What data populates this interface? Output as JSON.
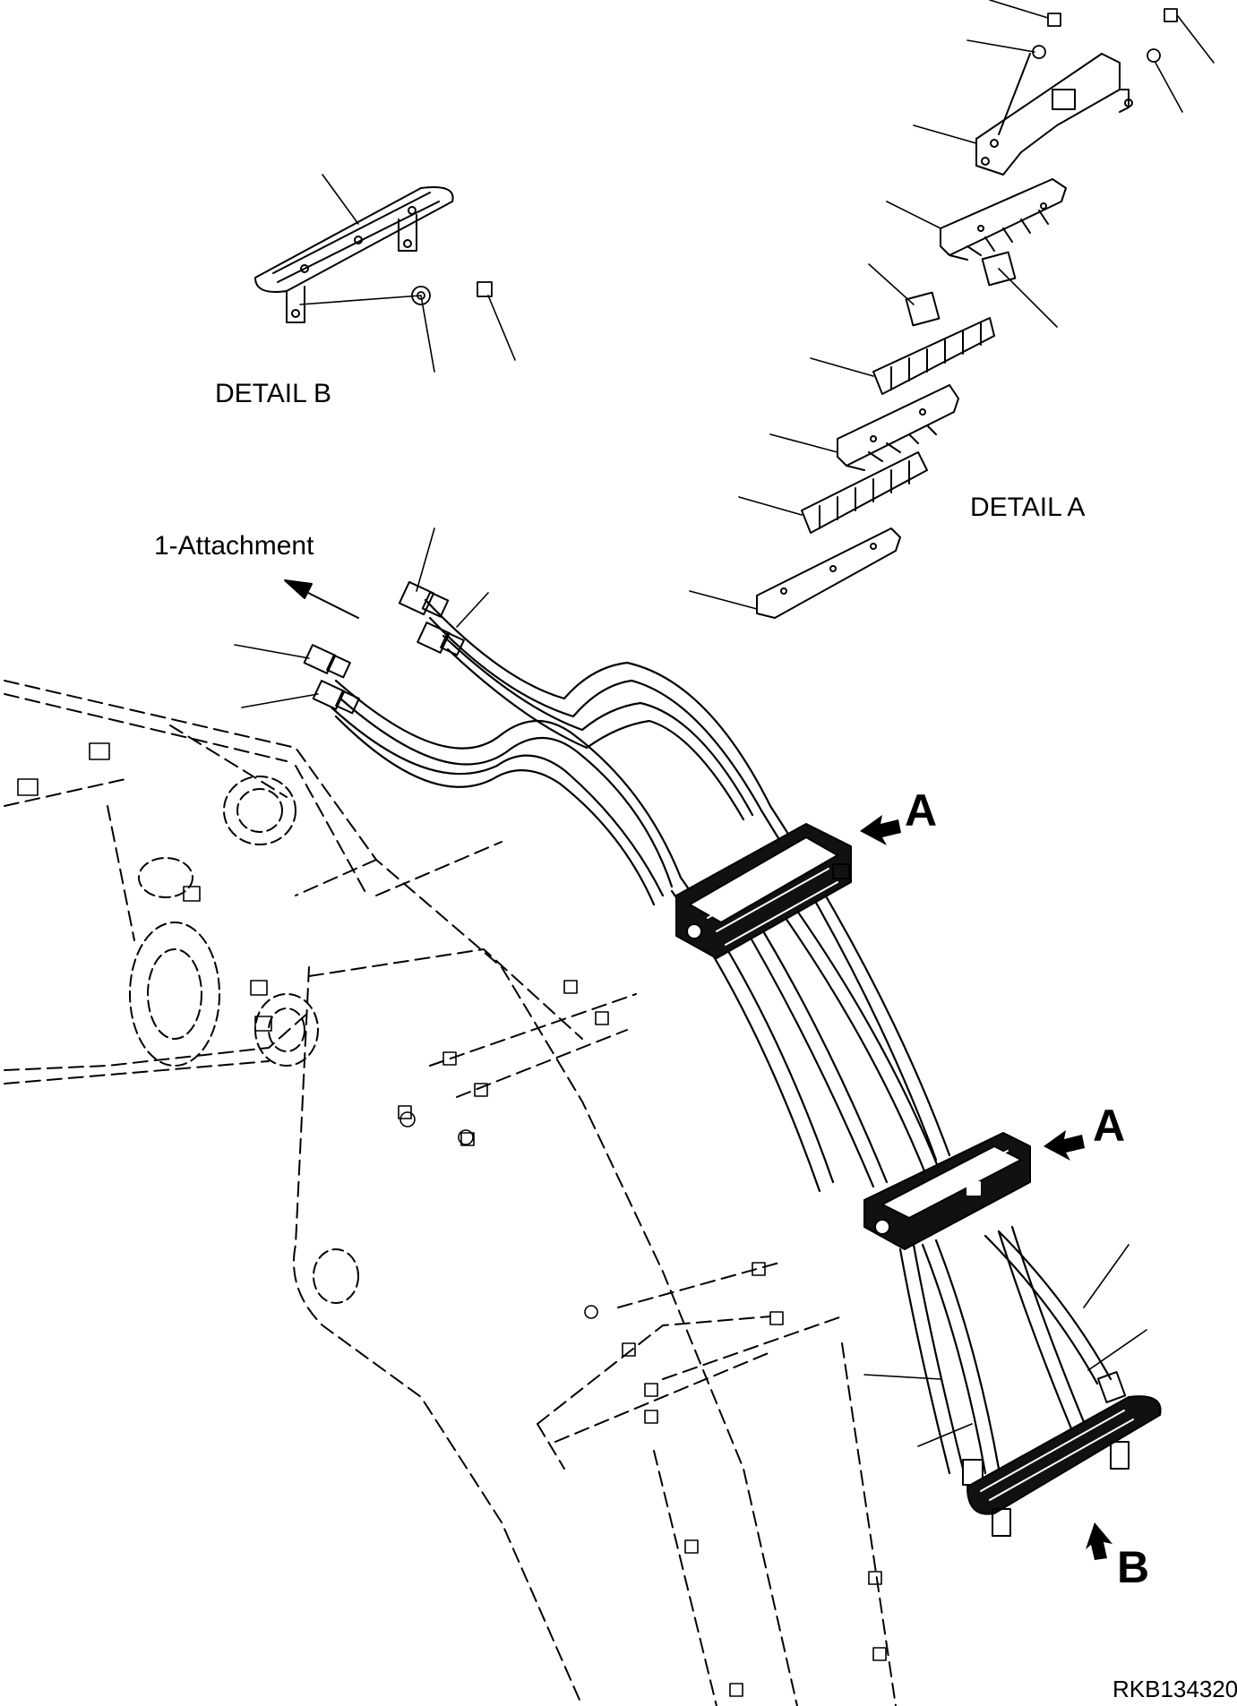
{
  "labels": {
    "detail_b": "DETAIL B",
    "detail_a": "DETAIL A",
    "attachment": "1-Attachment",
    "marker_a_upper": "A",
    "marker_a_lower": "A",
    "marker_b": "B",
    "drawing_code": "RKB134320"
  },
  "colors": {
    "line": "#000000",
    "background": "#ffffff"
  }
}
